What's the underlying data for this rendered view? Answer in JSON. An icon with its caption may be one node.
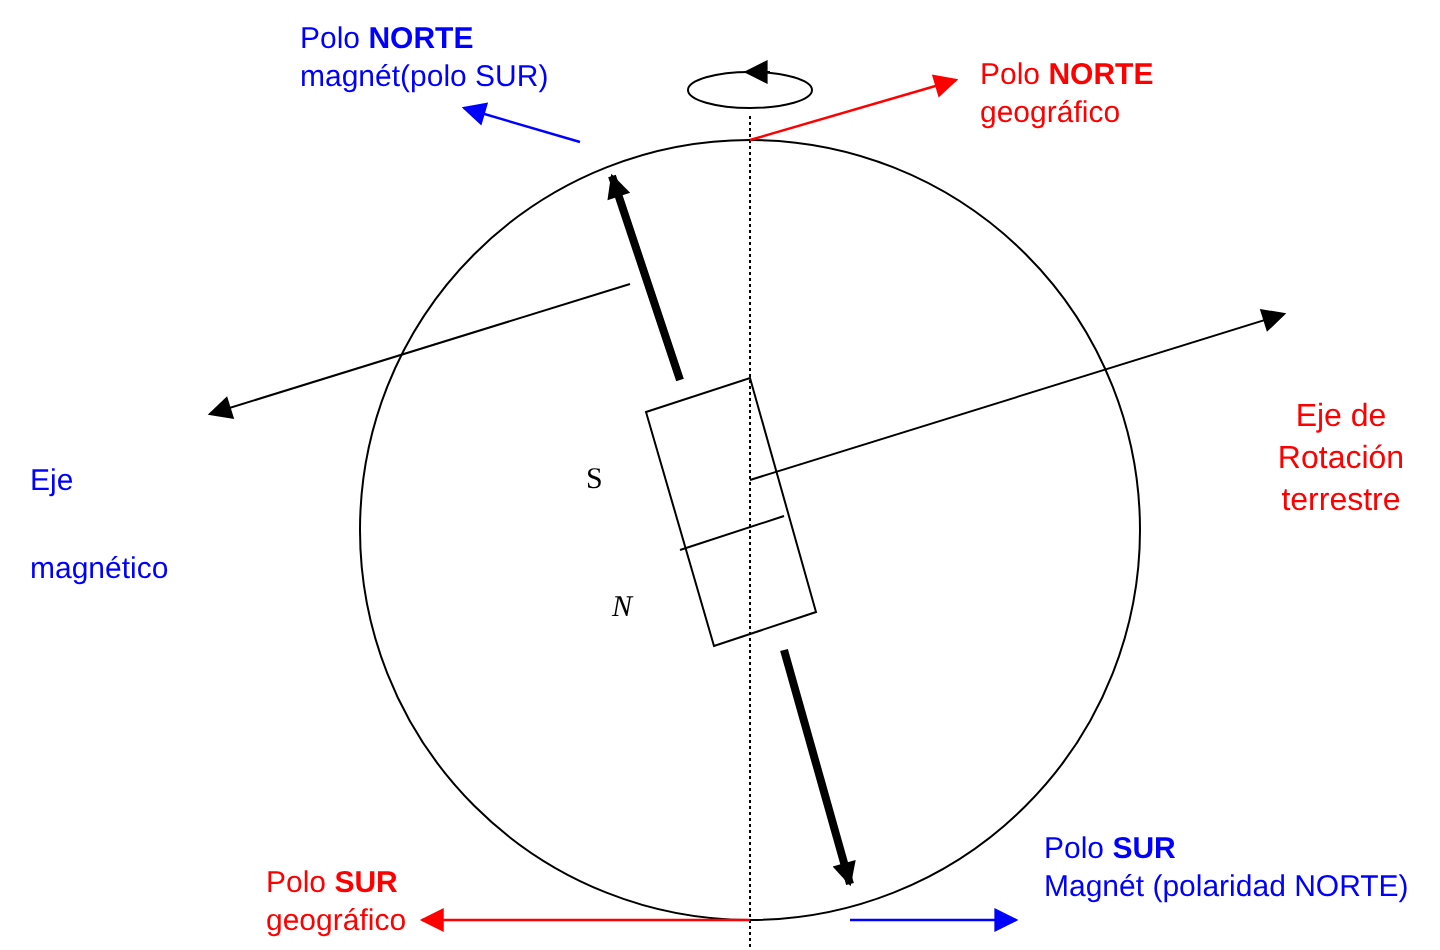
{
  "diagram": {
    "nodes": [
      {
        "text": [
          "Polo **NORTE**",
          "magnét(polo SUR)"
        ]
      },
      {
        "text": [
          "Polo **NORTE**",
          "geográfico"
        ]
      },
      {
        "text": [
          "Polo **SUR**",
          "geográfico"
        ]
      },
      {
        "text": [
          "Polo **SUR**",
          "Magnét (polaridad NORTE)"
        ]
      }
    ],
    "edges": [
      {
        "from": null,
        "to": 0,
        "arrow": "to",
        "color": "#0000ff"
      },
      {
        "from": null,
        "to": 1,
        "arrow": "to",
        "color": "#ff0000"
      },
      {
        "from": null,
        "to": 2,
        "arrow": "to",
        "color": "#ff0000"
      },
      {
        "from": null,
        "to": 3,
        "arrow": "to",
        "color": "#0000ff"
      }
    ],
    "labels": [
      "Eje de Rotación terrestre",
      "Eje",
      "magnético",
      "S",
      "N"
    ]
  }
}
